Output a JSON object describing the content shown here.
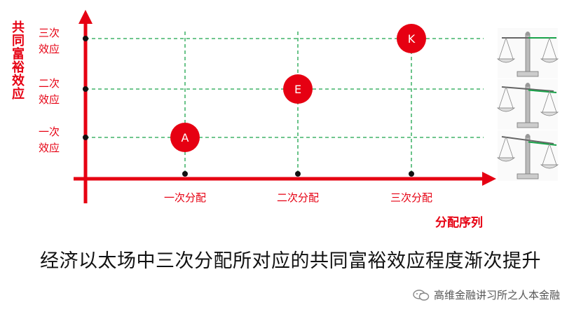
{
  "axes": {
    "y_title": "共同富裕效应",
    "x_title": "分配序列",
    "x_ticks": [
      "一次分配",
      "二次分配",
      "三次分配"
    ],
    "y_ticks": [
      [
        "一次",
        "效应"
      ],
      [
        "二次",
        "效应"
      ],
      [
        "三次",
        "效应"
      ]
    ]
  },
  "points": [
    {
      "label": "A",
      "x": 1,
      "y": 1
    },
    {
      "label": "E",
      "x": 2,
      "y": 2
    },
    {
      "label": "K",
      "x": 3,
      "y": 3
    }
  ],
  "caption": "经济以太场中三次分配所对应的共同富裕效应程度渐次提升",
  "watermark": "高维金融讲习所之人本金融",
  "colors": {
    "axis": "#e60012",
    "grid": "#1aa34a",
    "point": "#e60012",
    "text_red": "#e60012"
  },
  "icons": [
    "balance-scale-icon",
    "balance-scale-icon",
    "balance-scale-icon",
    "wechat-icon"
  ]
}
